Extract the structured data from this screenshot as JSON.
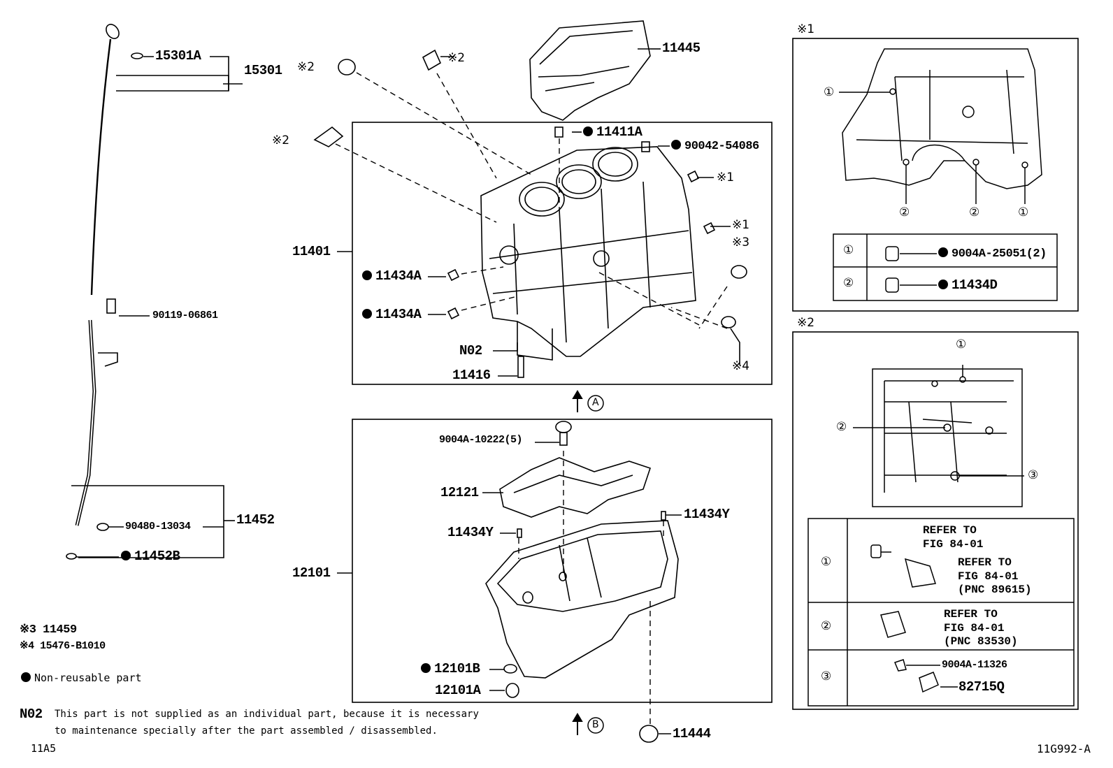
{
  "panel_markers": {
    "p1": "※1",
    "p2": "※2"
  },
  "arrows": {
    "a": "A",
    "b": "B"
  },
  "callouts": {
    "c15301A": "15301A",
    "c15301": "15301",
    "cstar2a": "※2",
    "cstar2b": "※2",
    "cstar2c": "※2",
    "c11445": "11445",
    "c11411A": "11411A",
    "c9004254086": "90042-54086",
    "cstar1a": "※1",
    "cstar1b": "※1",
    "cstar3": "※3",
    "cstar4": "※4",
    "c11401": "11401",
    "c11434A1": "11434A",
    "c11434A2": "11434A",
    "cN02": "N02",
    "c11416": "11416",
    "c9011906861": "90119-06861",
    "c9004A10222": "9004A-10222(5)",
    "c12121": "12121",
    "c11434Y1": "11434Y",
    "c11434Y2": "11434Y",
    "c12101": "12101",
    "c12101B": "12101B",
    "c12101A": "12101A",
    "c11444": "11444",
    "c9048013034": "90480-13034",
    "c11452": "11452",
    "c11452B": "11452B"
  },
  "panel1": {
    "n1a": "①",
    "n1b": "①",
    "n2a": "②",
    "n2b": "②",
    "table": [
      {
        "num": "①",
        "part": "9004A-25051(2)"
      },
      {
        "num": "②",
        "part": "11434D"
      }
    ]
  },
  "panel2": {
    "n1": "①",
    "n2": "②",
    "n3": "③",
    "rows": [
      {
        "num": "①",
        "ref_a": "REFER TO\nFIG 84-01",
        "ref_b": "REFER TO\nFIG 84-01\n(PNC 89615)"
      },
      {
        "num": "②",
        "ref_a": "REFER TO\nFIG 84-01\n(PNC 83530)"
      },
      {
        "num": "③",
        "part_a": "9004A-11326",
        "part_b": "82715Q"
      }
    ]
  },
  "legend": {
    "note3": "※3 11459",
    "note4": "※4 15476-B1010",
    "nonreusable": "Non-reusable part",
    "n02_code": "N02",
    "n02_line1": "This part is not supplied as an individual part, because it is necessary",
    "n02_line2": "to maintenance specially after the part assembled / disassembled."
  },
  "footer": {
    "left": "11A5",
    "right": "11G992-A"
  }
}
